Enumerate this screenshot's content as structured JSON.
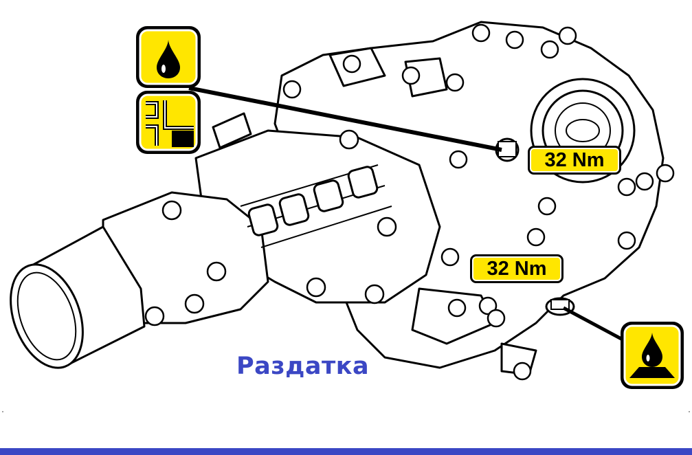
{
  "caption": "Раздатка",
  "torque_labels": {
    "filler_plug": "32 Nm",
    "drain_plug": "32 Nm"
  },
  "icons": {
    "fill_icon": "oil-drop-icon",
    "level_icon": "oil-level-icon",
    "drain_icon": "oil-drain-icon"
  },
  "colors": {
    "label_yellow": "#ffe600",
    "caption_blue": "#3b47c4"
  }
}
